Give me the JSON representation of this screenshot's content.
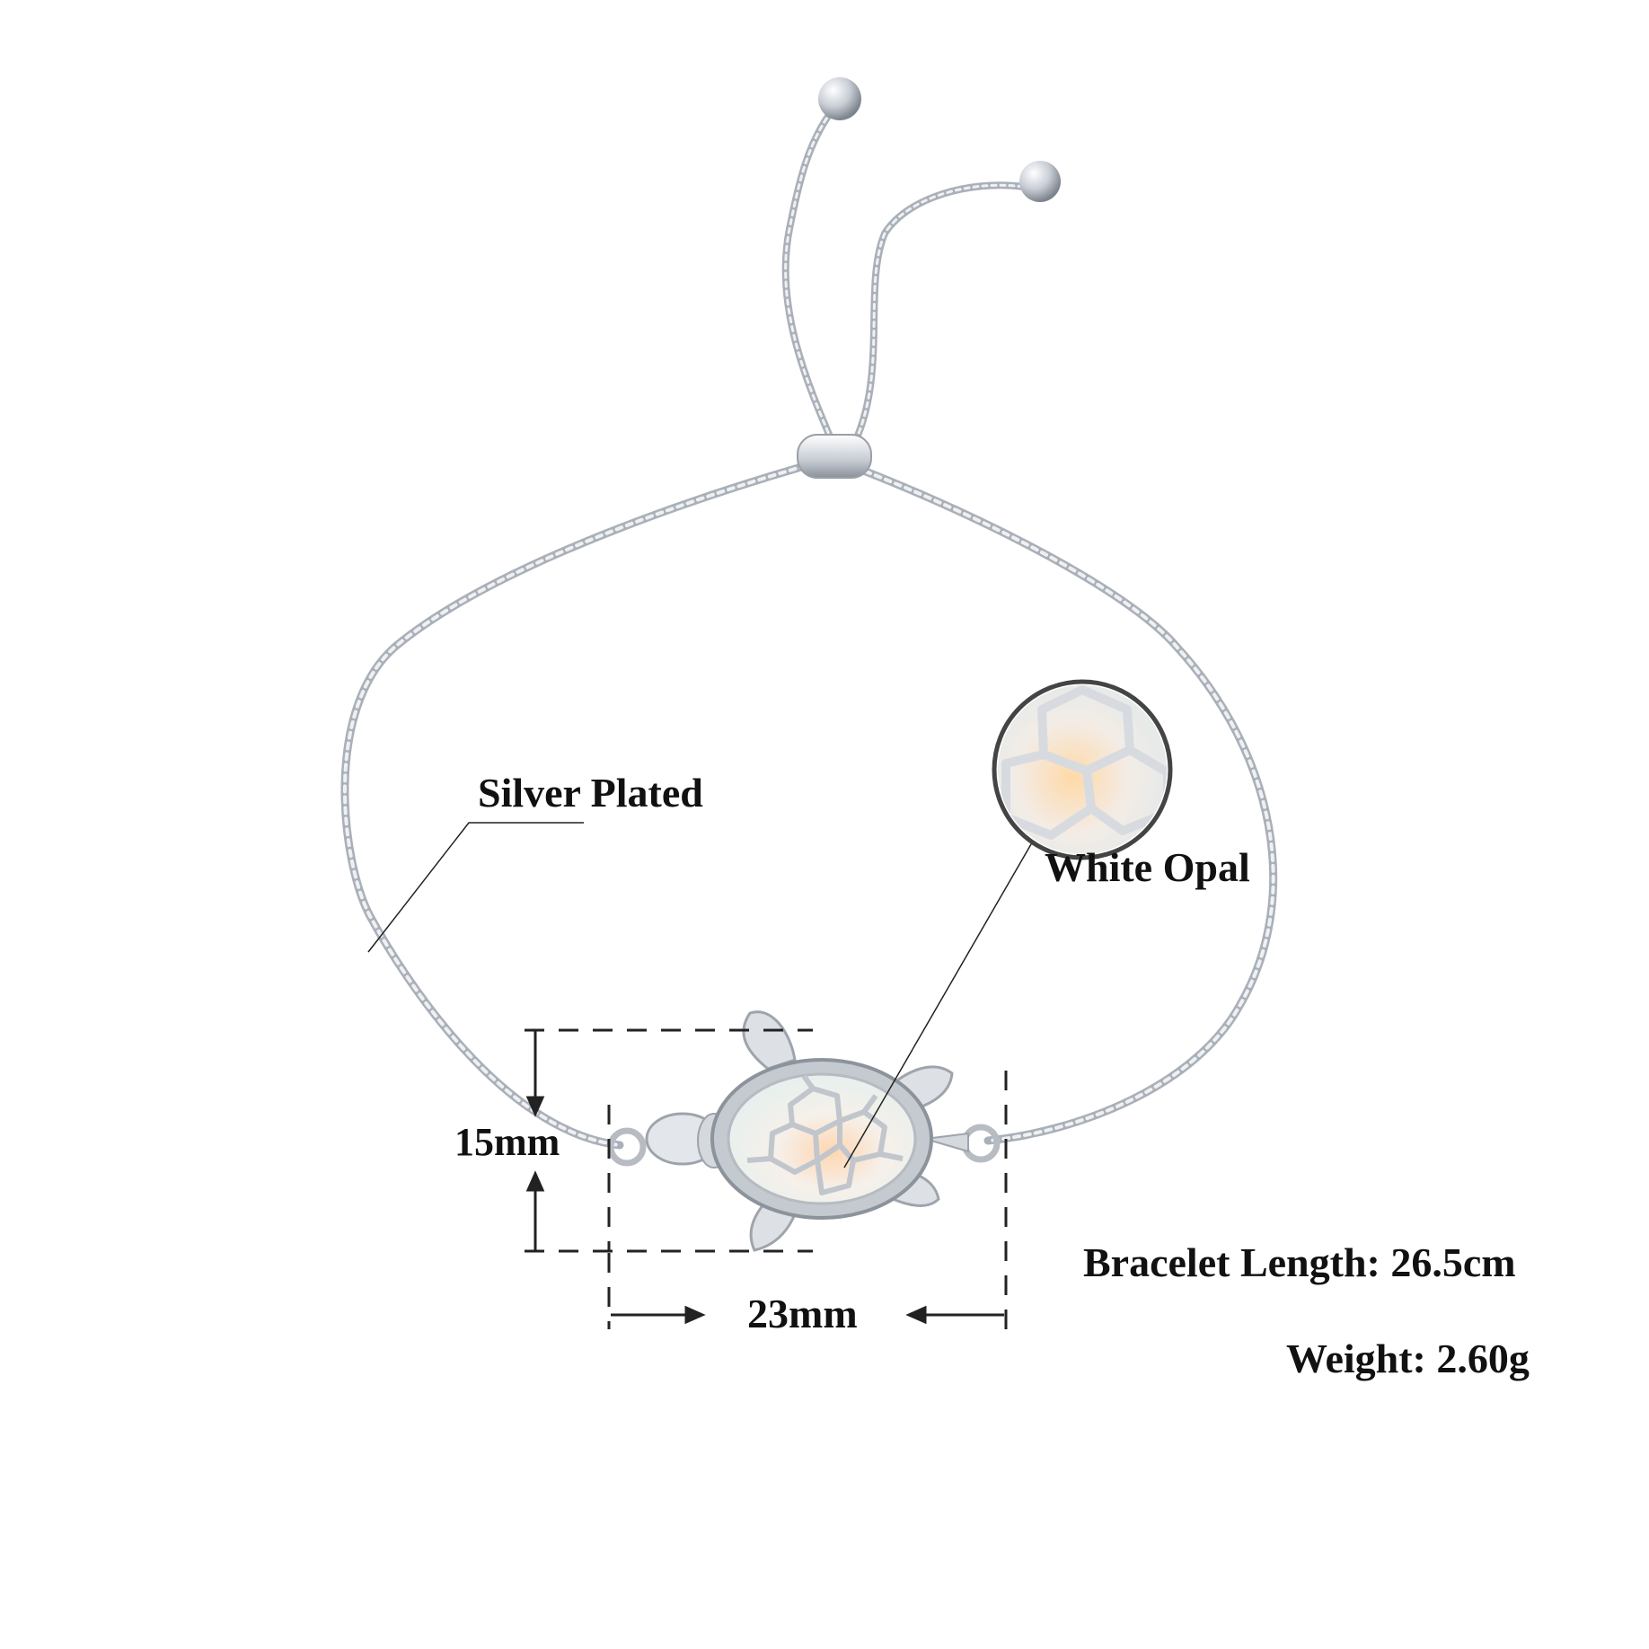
{
  "annotations": {
    "material": "Silver Plated",
    "stone": "White Opal",
    "height": "15mm",
    "width": "23mm",
    "bracelet_length": "Bracelet Length: 26.5cm",
    "weight": "Weight: 2.60g"
  },
  "colors": {
    "background": "#ffffff",
    "text": "#111111",
    "silver": "#c8ccd2",
    "opal": "#f4ece8"
  }
}
